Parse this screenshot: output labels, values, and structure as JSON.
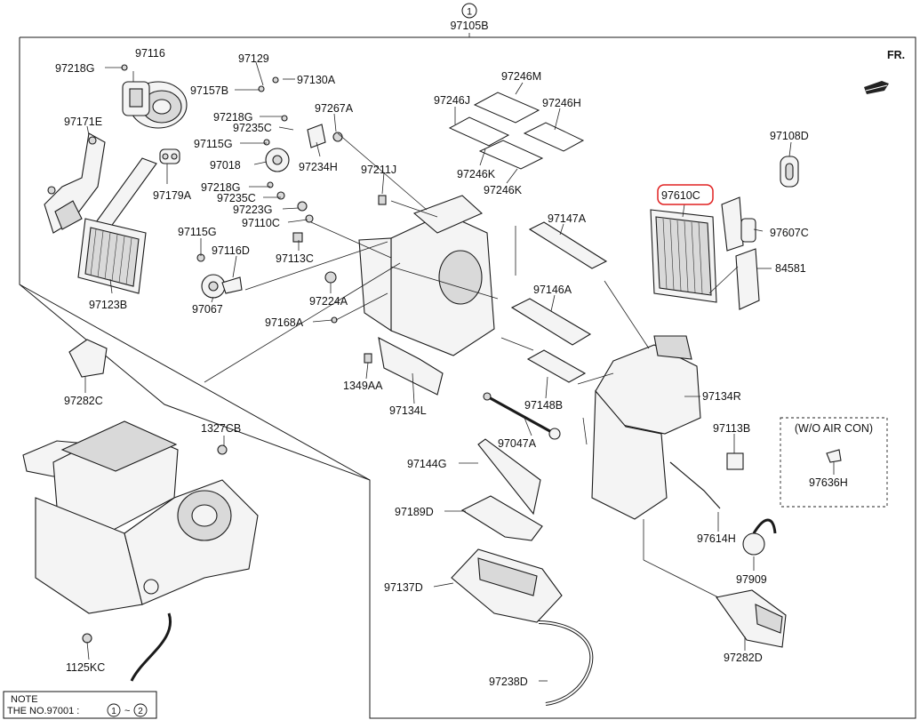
{
  "diagram": {
    "assembly_number": "97105B",
    "assembly_circle_number": "1",
    "direction_label": "FR.",
    "highlighted_part": "97610C",
    "no_aircon_box_label": "(W/O AIR CON)",
    "note": {
      "title": "NOTE",
      "text_prefix": "THE NO.97001 :",
      "circle_a": "1",
      "tilde": "~",
      "circle_b": "2"
    },
    "parts": [
      "97218G",
      "97116",
      "97171E",
      "97179A",
      "97123B",
      "97129",
      "97130A",
      "97157B",
      "97218G",
      "97235C",
      "97115G",
      "97018",
      "97234H",
      "97267A",
      "97218G",
      "97235C",
      "97223G",
      "97110C",
      "97115G",
      "97116D",
      "97113C",
      "97067",
      "97224A",
      "97168A",
      "97211J",
      "97246M",
      "97246J",
      "97246H",
      "97246K",
      "97246K",
      "97108D",
      "97610C",
      "97607C",
      "84581",
      "97147A",
      "97146A",
      "97134R",
      "97148B",
      "97113B",
      "97282C",
      "1349AA",
      "97134L",
      "97047A",
      "1327CB",
      "97144G",
      "97636H",
      "97189D",
      "97614H",
      "97909",
      "97137D",
      "97282D",
      "1125KC",
      "97238D"
    ]
  }
}
